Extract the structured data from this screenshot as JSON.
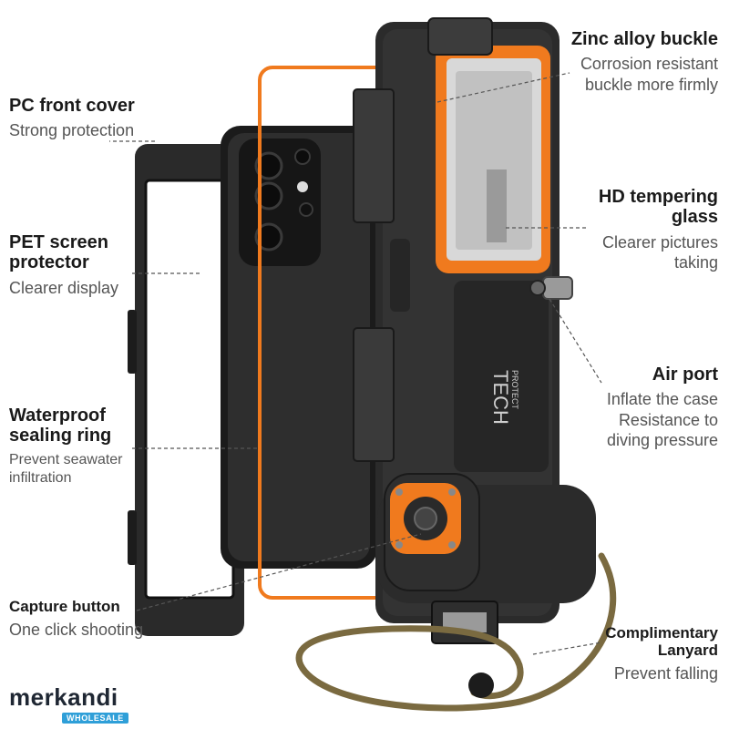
{
  "labels": {
    "zinc_buckle": {
      "title": "Zinc alloy buckle",
      "sub1": "Corrosion resistant",
      "sub2": "buckle more firmly"
    },
    "pc_cover": {
      "title": "PC front cover",
      "sub1": "Strong protection"
    },
    "hd_glass": {
      "title1": "HD tempering",
      "title2": "glass",
      "sub1": "Clearer pictures",
      "sub2": "taking"
    },
    "pet_protector": {
      "title1": "PET screen",
      "title2": "protector",
      "sub1": "Clearer display"
    },
    "air_port": {
      "title": "Air port",
      "sub1": "Inflate the case",
      "sub2": "Resistance to",
      "sub3": "diving pressure"
    },
    "sealing_ring": {
      "title1": "Waterproof",
      "title2": "sealing ring",
      "sub1": "Prevent seawater",
      "sub2": "infiltration"
    },
    "capture_button": {
      "title": "Capture button",
      "sub1": "One click shooting"
    },
    "lanyard": {
      "title1": "Complimentary",
      "title2": "Lanyard",
      "sub1": "Prevent falling"
    }
  },
  "product": {
    "logo_line1": "TECH",
    "logo_line2": "PROTECT"
  },
  "brand": {
    "name": "merkandi",
    "tag": "WHOLESALE"
  },
  "colors": {
    "accent_orange": "#f07a1e",
    "case_dark": "#2b2b2b",
    "cord": "#7a6a40"
  }
}
